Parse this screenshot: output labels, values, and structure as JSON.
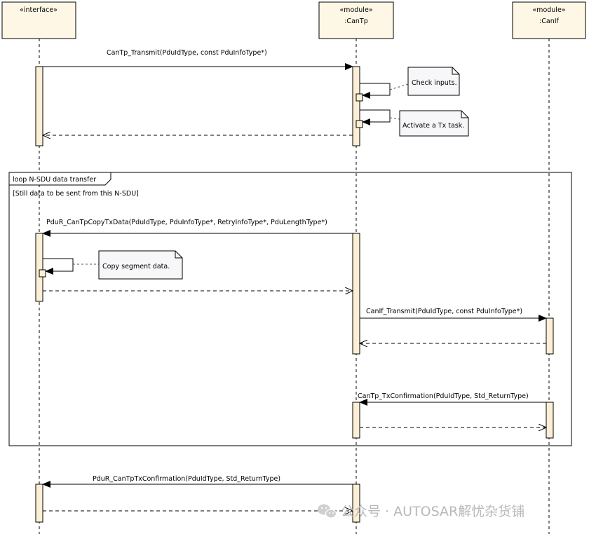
{
  "lifelines": {
    "interface": {
      "stereotype": "«interface»",
      "name": ""
    },
    "cantp": {
      "stereotype": "«module»",
      "name": ":CanTp"
    },
    "canif": {
      "stereotype": "«module»",
      "name": ":CanIf"
    }
  },
  "messages": {
    "cantp_transmit": "CanTp_Transmit(PduIdType, const PduInfoType*)",
    "copy_tx_data": "PduR_CanTpCopyTxData(PduIdType, PduInfoType*, RetryInfoType*, PduLengthType*)",
    "canif_transmit": "CanIf_Transmit(PduIdType, const PduInfoType*)",
    "tx_confirmation": "CanTp_TxConfirmation(PduIdType, Std_ReturnType)",
    "pdur_tx_confirmation": "PduR_CanTpTxConfirmation(PduIdType, Std_ReturnType)"
  },
  "notes": {
    "check_inputs": "Check inputs.",
    "activate_task": "Activate a Tx task.",
    "copy_segment": "Copy segment data."
  },
  "loop": {
    "label": "loop N-SDU data transfer",
    "guard": "[Still data to be sent from this N-SDU]"
  },
  "watermark": "公众号 · AUTOSAR解忧杂货铺"
}
